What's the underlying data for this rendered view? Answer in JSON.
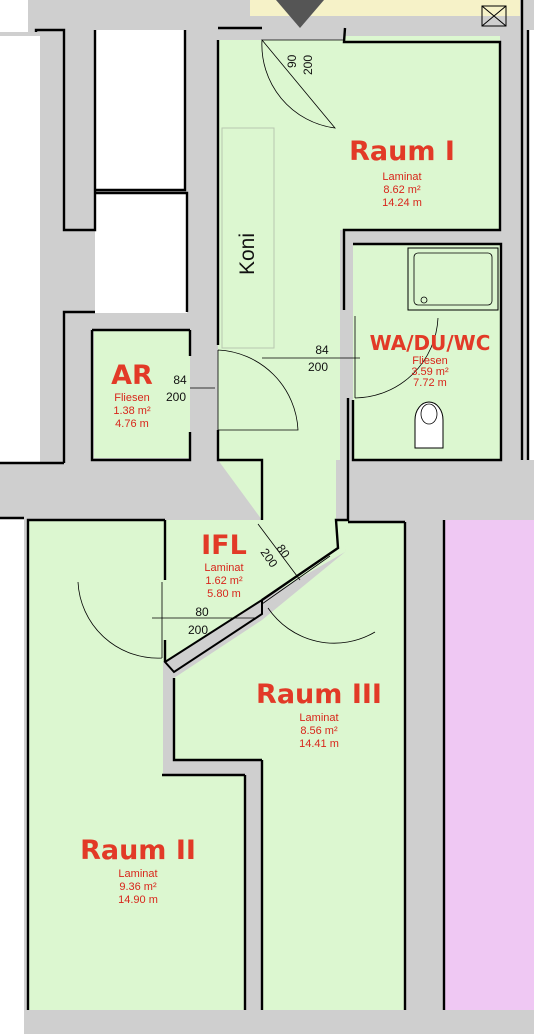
{
  "colors": {
    "room_fill": "#dcf7d0",
    "wall_fill": "#cfcfcf",
    "neighbour_fill": "#efc8f3",
    "top_strip": "#f6f2c8",
    "label_red": "#e23a27"
  },
  "rooms": {
    "raum1": {
      "name": "Raum I",
      "material": "Laminat",
      "area": "8.62 m²",
      "perimeter": "14.24 m"
    },
    "wa": {
      "name": "WA/DU/WC",
      "material": "Fliesen",
      "area": "3.59 m²",
      "perimeter": "7.72 m"
    },
    "ar": {
      "name": "AR",
      "material": "Fliesen",
      "area": "1.38 m²",
      "perimeter": "4.76 m"
    },
    "ifl": {
      "name": "IFL",
      "material": "Laminat",
      "area": "1.62 m²",
      "perimeter": "5.80 m"
    },
    "raum3": {
      "name": "Raum III",
      "material": "Laminat",
      "area": "8.56 m²",
      "perimeter": "14.41 m"
    },
    "raum2": {
      "name": "Raum II",
      "material": "Laminat",
      "area": "9.36 m²",
      "perimeter": "14.90 m"
    }
  },
  "labels": {
    "koni": "Koni"
  },
  "doors": {
    "entry": {
      "width": "90",
      "height": "200"
    },
    "wa": {
      "width": "84",
      "height": "200"
    },
    "ar": {
      "width": "84",
      "height": "200"
    },
    "raum3": {
      "width": "80",
      "height": "200"
    },
    "raum2": {
      "width": "80",
      "height": "200"
    }
  }
}
